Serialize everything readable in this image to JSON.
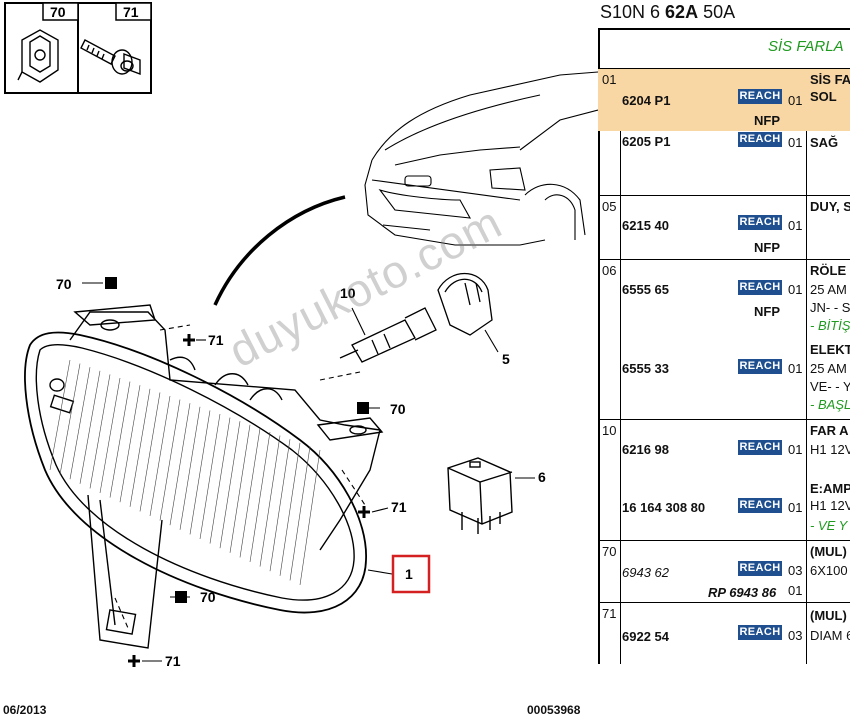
{
  "diagram": {
    "callouts": [
      "70",
      "71",
      "10",
      "5",
      "70",
      "6",
      "71",
      "1",
      "70",
      "71",
      "70",
      "71"
    ]
  },
  "watermark": "duyukoto.com",
  "footer": {
    "date": "06/2013",
    "id": "00053968"
  },
  "panel": {
    "header": {
      "pre": "S10N 6 ",
      "bold": "62A",
      "post": " 50A"
    },
    "section_title": "SİS FARLA",
    "reach_label": "REACH",
    "rows": [
      {
        "pos": "01",
        "part": "6204 P1",
        "nfp": "NFP",
        "qty": "01",
        "desc1": "SİS FA",
        "desc2": "SOL"
      },
      {
        "part": "6205 P1",
        "qty": "01",
        "desc1": "SAĞ"
      },
      {
        "pos": "05",
        "part": "6215 40",
        "nfp": "NFP",
        "qty": "01",
        "desc1": "DUY, S"
      },
      {
        "pos": "06",
        "part": "6555 65",
        "nfp": "NFP",
        "qty": "01",
        "desc1": "RÖLE",
        "desc2": "25 AM",
        "desc3": "JN- - S",
        "note": "- BİTİŞ"
      },
      {
        "part": "6555 33",
        "qty": "01",
        "desc1": "ELEKT",
        "desc2": "25 AM",
        "desc3": "VE- - Y",
        "note": "- BAŞL"
      },
      {
        "pos": "10",
        "part": "6216 98",
        "qty": "01",
        "desc1": "FAR A",
        "desc2": "H1 12V"
      },
      {
        "part": "16 164 308 80",
        "qty": "01",
        "desc1": "E:AMP",
        "desc2": "H1 12V",
        "note": "- VE Y"
      },
      {
        "pos": "70",
        "part": "6943 62",
        "alt": "RP 6943 86",
        "qty": "03",
        "qty2": "01",
        "desc1": "(MUL)",
        "desc2": "6X100"
      },
      {
        "pos": "71",
        "part": "6922 54",
        "qty": "03",
        "desc1": "(MUL)",
        "desc2": "DIAM 6"
      }
    ]
  }
}
